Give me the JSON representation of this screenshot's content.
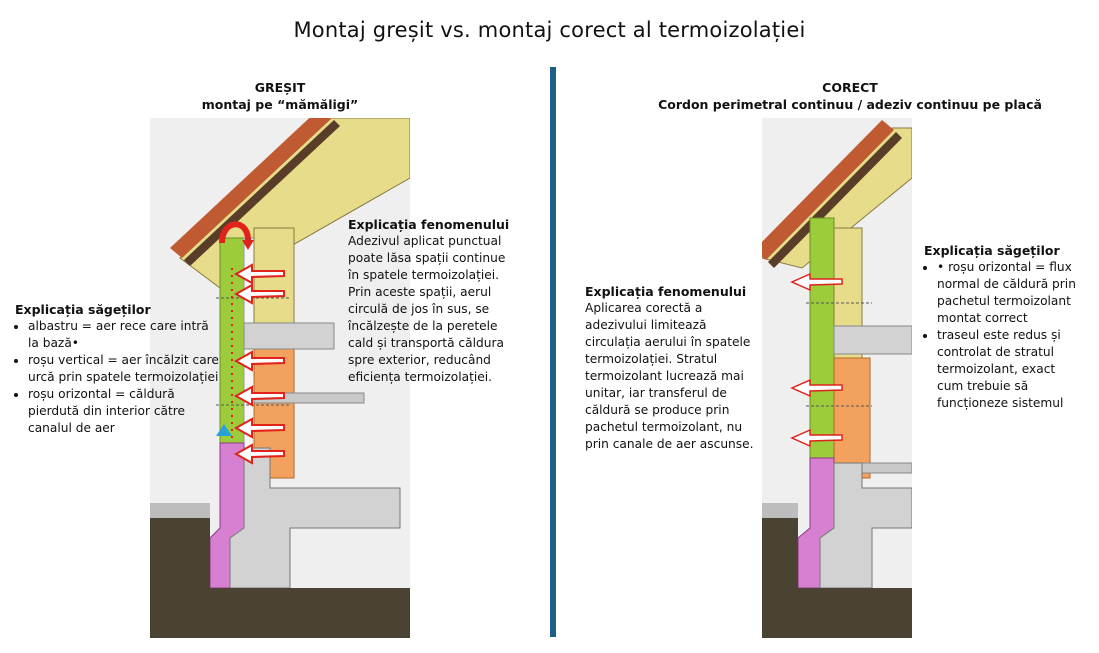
{
  "title": "Montaj greșit vs. montaj corect al termoizolației",
  "left": {
    "heading_line1": "GREȘIT",
    "heading_line2": "montaj pe “mămăligi”",
    "arrows_title": "Explicația săgeților",
    "arrows_items": [
      "albastru = aer rece care intră la bază•",
      "roșu vertical = aer încălzit care urcă prin spatele termoizolației",
      "roșu orizontal = căldură pierdută din interior către canalul de aer"
    ],
    "phenomenon_title": "Explicația fenomenului",
    "phenomenon_text": "Adezivul aplicat punctual poate lăsa spații continue în spatele termoizolației. Prin aceste spații, aerul circulă de jos în sus, se încălzește de la peretele cald și transportă căldura spre exterior, reducând eficiența termoizolației."
  },
  "right": {
    "heading_line1": "CORECT",
    "heading_line2": "Cordon perimetral continuu / adeziv continuu pe placă",
    "phenomenon_title": "Explicația fenomenului",
    "phenomenon_text": "Aplicarea corectă a adezivului limitează circulația aerului în spatele termoizolației. Stratul termoizolant lucrează mai unitar, iar transferul de căldură se produce prin pachetul termoizolant, nu prin canale de aer ascunse.",
    "arrows_title": "Explicația săgeților",
    "arrows_items": [
      "• roșu orizontal = flux normal de căldură prin pachetul termoizolant montat correct",
      "traseul este redus și controlat de stratul termoizolant, exact cum trebuie să funcționeze sistemul"
    ]
  },
  "colors": {
    "divider": "#1d5f86",
    "insulation_green": "#9ccc3c",
    "brick_orange": "#f2a25e",
    "xps_pink": "#d77fd0",
    "concrete_gray": "#d2d2d2",
    "soil_dark": "#4a4233",
    "arrow_red": "#e0231b",
    "arrow_blue": "#2aa1d6",
    "mineral_wool": "#e6dc8a"
  },
  "icons": [
    "arrow-right-icon",
    "curved-arrow-icon",
    "arrow-up-icon"
  ]
}
